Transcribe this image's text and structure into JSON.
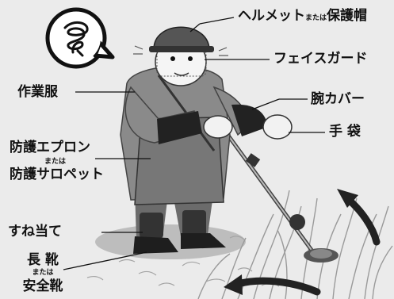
{
  "labels": {
    "helmet": {
      "main": "ヘルメット",
      "or": "または",
      "alt": "保護帽"
    },
    "face_guard": "フェイスガード",
    "work_clothes": "作業服",
    "arm_cover": "腕カバー",
    "gloves": "手 袋",
    "apron": {
      "main": "防護エプロン",
      "or": "または",
      "alt": "防護サロペット"
    },
    "shin_guard": "すね当て",
    "boots": {
      "main": "長 靴",
      "or": "または",
      "alt": "安全靴"
    }
  },
  "colors": {
    "background": "#ebebeb",
    "ink": "#111111",
    "suit": "#8a8a8a",
    "suit_dark": "#5e5e5e",
    "arm_cover": "#222222",
    "grass": "#b9b9b9"
  },
  "icons": {
    "speech_bubble": "spiral-scribble-icon",
    "arrows": "curved-arrow-icon"
  }
}
